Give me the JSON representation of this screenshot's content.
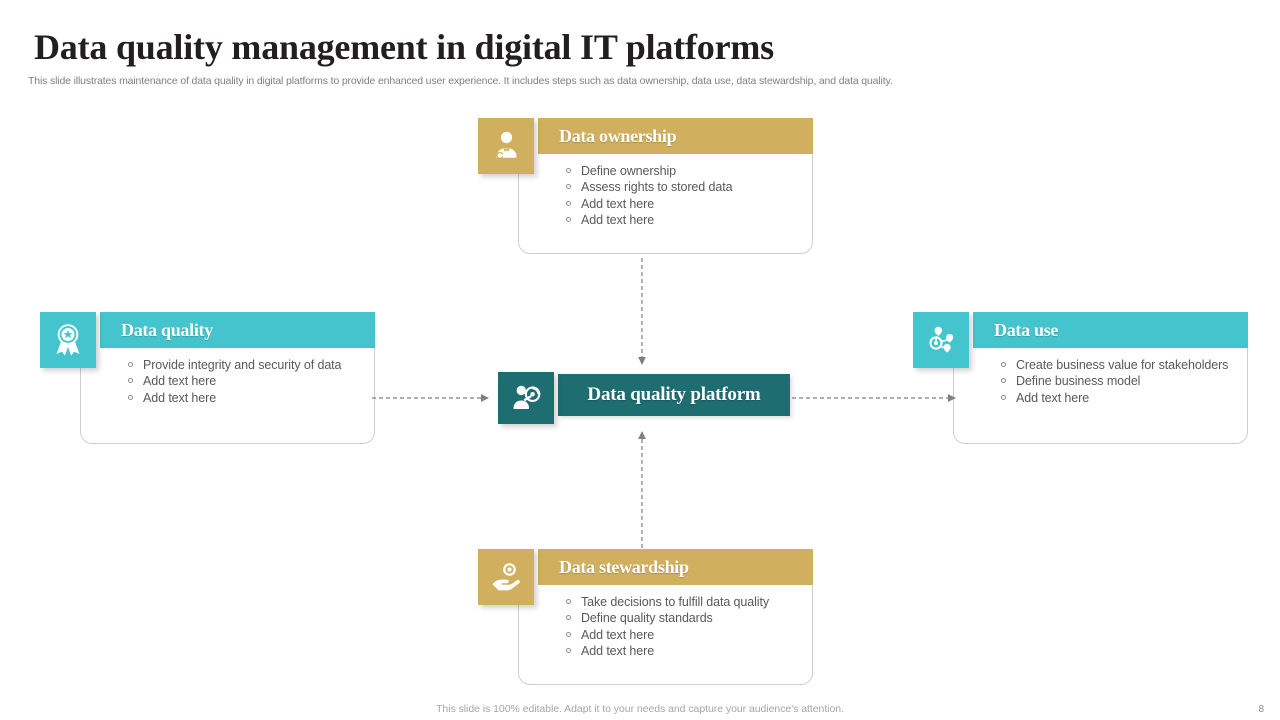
{
  "header": {
    "title": "Data quality management in digital IT platforms",
    "subtitle": "This slide illustrates maintenance of data quality in digital platforms to provide enhanced user experience. It includes steps such as data ownership, data use, data stewardship, and data quality."
  },
  "center": {
    "label": "Data quality platform",
    "icon": "person-data-icon",
    "color": "#1e6d71"
  },
  "cards": [
    {
      "id": "ownership",
      "title": "Data ownership",
      "icon": "businessman-icon",
      "color": "#d0b05f",
      "items": [
        "Define  ownership",
        "Assess rights to stored  data",
        "Add text here",
        "Add text here"
      ]
    },
    {
      "id": "quality",
      "title": "Data quality",
      "icon": "award-ribbon-icon",
      "color": "#44c5cd",
      "items": [
        "Provide integrity and security of data",
        "Add text here",
        "Add text here"
      ]
    },
    {
      "id": "use",
      "title": "Data use",
      "icon": "network-nodes-icon",
      "color": "#44c5cd",
      "items": [
        "Create  business value for stakeholders",
        "Define  business model",
        "Add text here"
      ]
    },
    {
      "id": "stewardship",
      "title": "Data stewardship",
      "icon": "hand-gear-icon",
      "color": "#d0b05f",
      "items": [
        "Take  decisions to fulfill data quality",
        "Define  quality standards",
        "Add text here",
        "Add text here"
      ]
    }
  ],
  "connectors": {
    "color": "#808080",
    "style": "dashed-with-arrowhead"
  },
  "footer": {
    "note": "This slide is 100% editable. Adapt it to your needs and capture your audience's attention.",
    "page_number": "8"
  }
}
